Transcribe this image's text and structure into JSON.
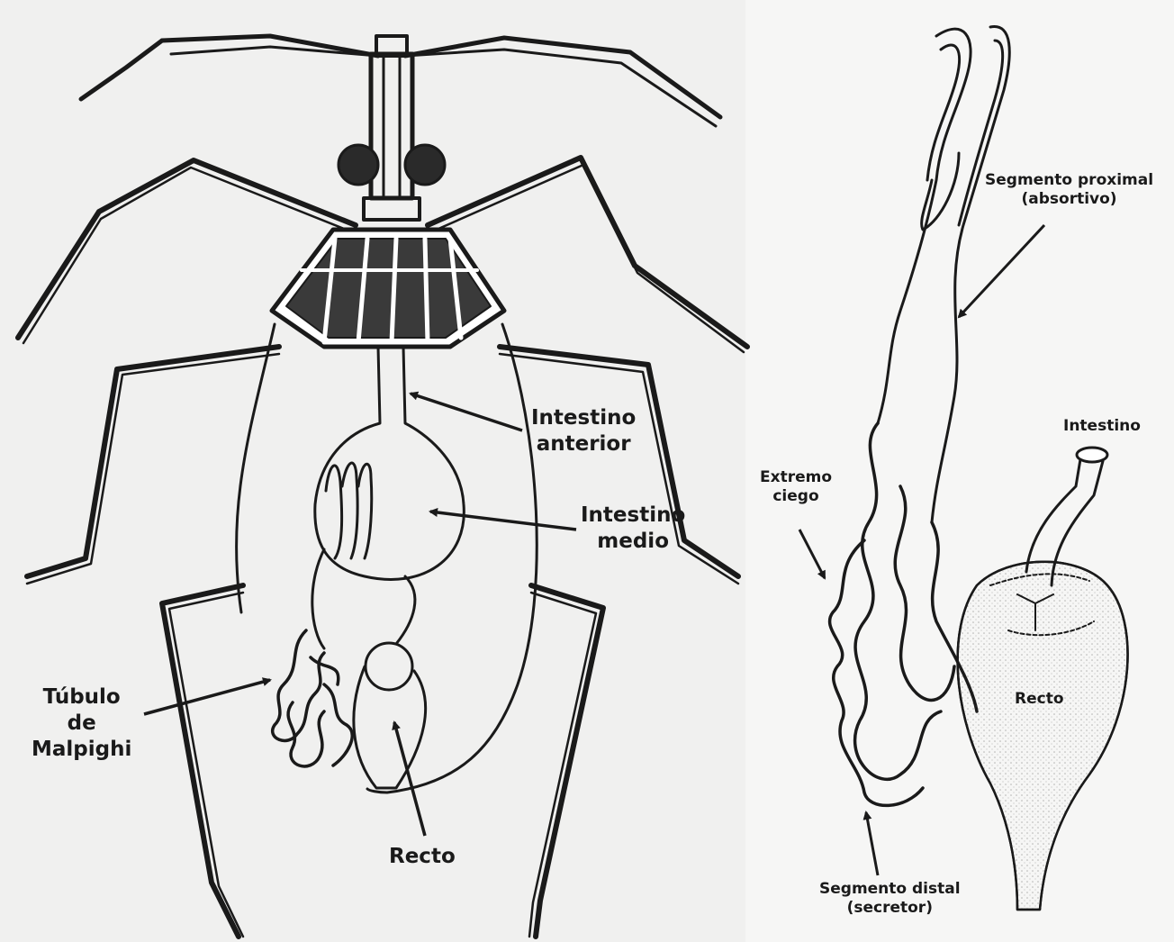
{
  "figure": {
    "left_panel": {
      "labels": {
        "intestino_anterior": [
          "Intestino",
          "anterior"
        ],
        "intestino_medio": [
          "Intestino",
          "medio"
        ],
        "tubulo": [
          "Túbulo",
          "de",
          "Malpighi"
        ],
        "recto": "Recto"
      }
    },
    "right_panel": {
      "labels": {
        "segmento_proximal": [
          "Segmento proximal",
          "(absortivo)"
        ],
        "intestino": "Intestino",
        "extremo_ciego": [
          "Extremo",
          "ciego"
        ],
        "recto": "Recto",
        "segmento_distal": [
          "Segmento distal",
          "(secretor)"
        ]
      }
    },
    "colors": {
      "ink": "#1a1a1a",
      "left_background": "#f0f0ef",
      "right_background": "#f6f6f5"
    }
  }
}
